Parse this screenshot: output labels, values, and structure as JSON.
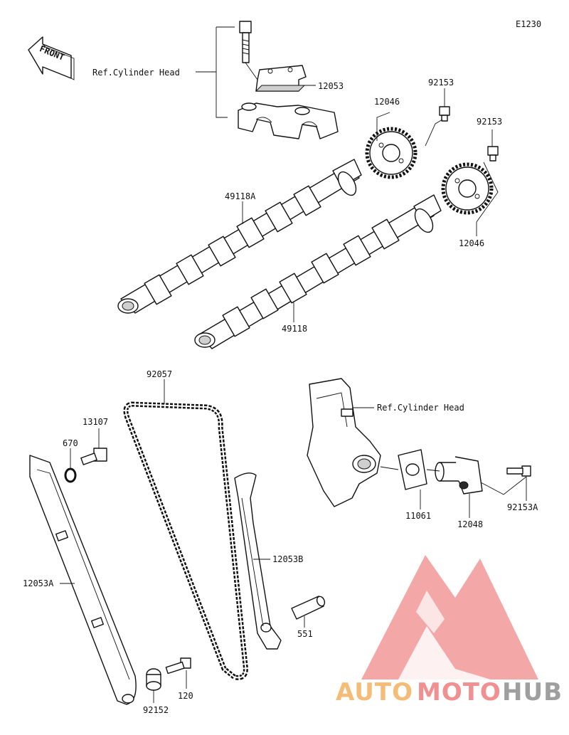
{
  "diagram_code": "E1230",
  "front_label": "FRONT",
  "labels": {
    "ref_head_top": "Ref.Cylinder Head",
    "ref_head_right": "Ref.Cylinder Head",
    "p12053": "12053",
    "p92153_a": "92153",
    "p92153_b": "92153",
    "p12046_a": "12046",
    "p12046_b": "12046",
    "p49118A": "49118A",
    "p49118": "49118",
    "p92057": "92057",
    "p13107": "13107",
    "p670": "670",
    "p12053A": "12053A",
    "p12053B": "12053B",
    "p11061": "11061",
    "p12048": "12048",
    "p92153A": "92153A",
    "p551": "551",
    "p120": "120",
    "p92152": "92152"
  },
  "watermark": {
    "part1": "AUTO",
    "part2": "MOTO",
    "part3": "HUB",
    "color_orange": "#f5b971",
    "color_red": "#f08b8b",
    "color_gray": "#9a9a9a"
  }
}
